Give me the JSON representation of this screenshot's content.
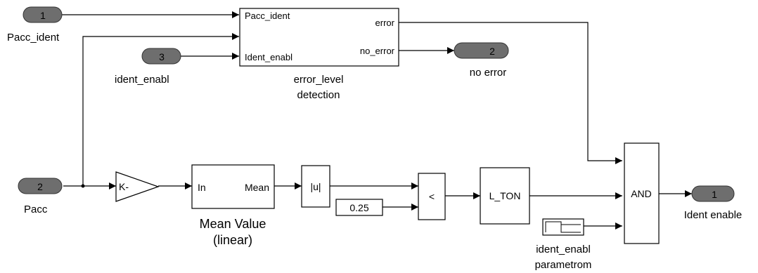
{
  "inports": [
    {
      "number": "1",
      "label": "Pacc_ident"
    },
    {
      "number": "3",
      "label": "ident_enabl"
    },
    {
      "number": "2",
      "label": "Pacc"
    }
  ],
  "outports": [
    {
      "number": "2",
      "label": "no error"
    },
    {
      "number": "1",
      "label": "Ident enable"
    }
  ],
  "error_block": {
    "port_in_1": "Pacc_ident",
    "port_in_3": "Ident_enabl",
    "port_out_error": "error",
    "port_out_no_error": "no_error",
    "caption_line1": "error_level",
    "caption_line2": "detection"
  },
  "gain_block": {
    "text": "K-"
  },
  "mean_block": {
    "port_in": "In",
    "port_out": "Mean",
    "caption_line1": "Mean Value",
    "caption_line2": "(linear)"
  },
  "abs_block": {
    "text": "|u|"
  },
  "constant_block": {
    "value": "0.25"
  },
  "compare_block": {
    "operator": "<"
  },
  "ton_block": {
    "text": "L_TON"
  },
  "and_block": {
    "text": "AND"
  },
  "param_block": {
    "caption_line1": "ident_enabl",
    "caption_line2": "parametrom"
  },
  "colors": {
    "port_fill": "#6e6e6e",
    "line": "#000000",
    "block_fill": "#ffffff"
  }
}
